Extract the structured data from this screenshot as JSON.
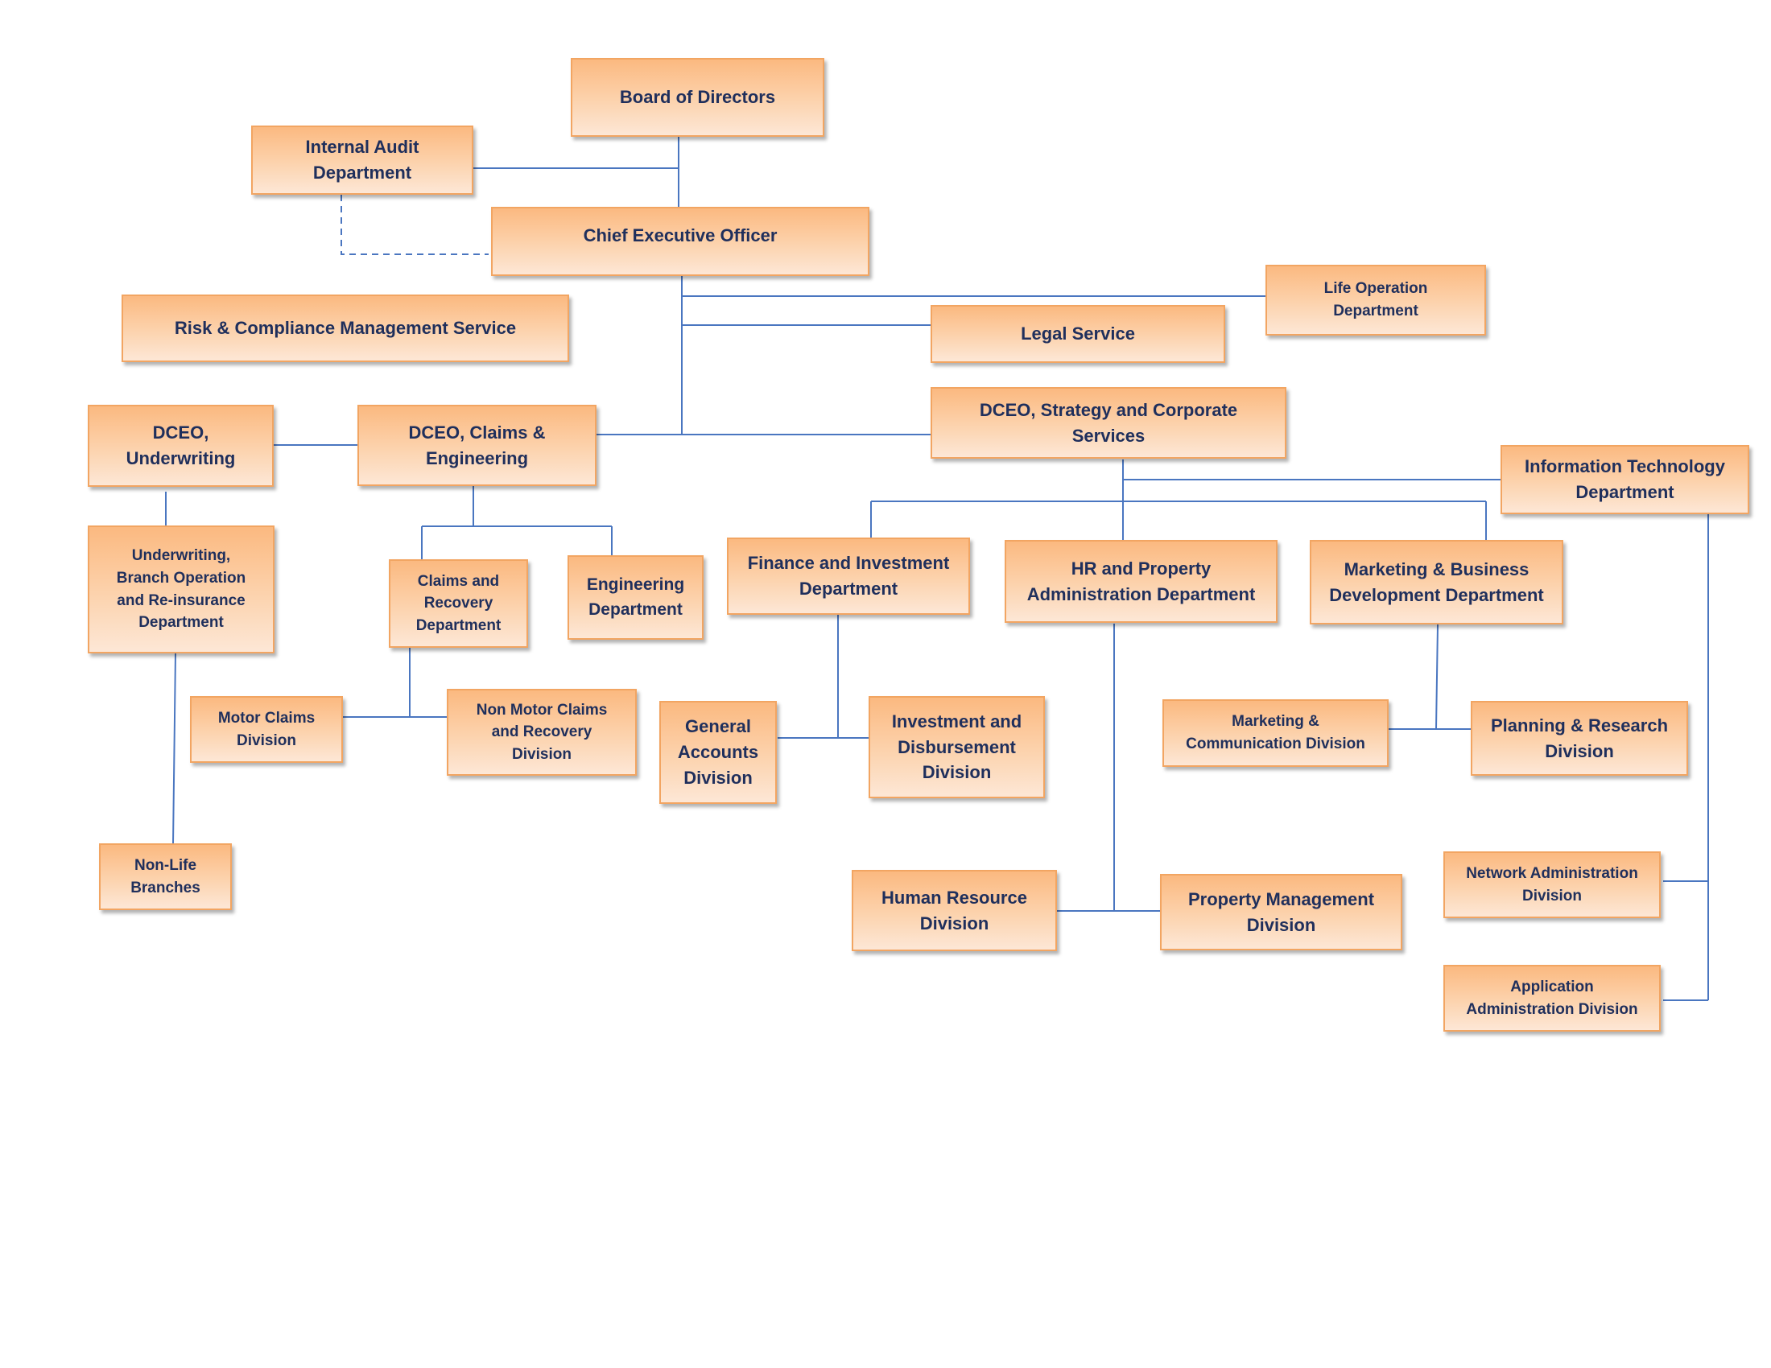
{
  "org_chart": {
    "board": "Board of Directors",
    "internal_audit": "Internal Audit\nDepartment",
    "ceo": "Chief Executive Officer",
    "risk_compliance": "Risk & Compliance Management Service",
    "life_operation": "Life Operation\nDepartment",
    "legal_service": "Legal Service",
    "dceo_underwriting": "DCEO,\nUnderwriting",
    "dceo_claims": "DCEO, Claims &\nEngineering",
    "dceo_strategy": "DCEO, Strategy and Corporate\nServices",
    "it_department": "Information Technology\nDepartment",
    "underwriting_dept": "Underwriting,\nBranch Operation\nand Re-insurance\nDepartment",
    "claims_recovery_dept": "Claims and\nRecovery\nDepartment",
    "engineering_dept": "Engineering\nDepartment",
    "finance_dept": "Finance and Investment\nDepartment",
    "hr_dept": "HR and Property\nAdministration Department",
    "marketing_dept": "Marketing & Business\nDevelopment Department",
    "motor_claims": "Motor Claims\nDivision",
    "non_motor_claims": "Non Motor Claims\nand Recovery\nDivision",
    "general_accounts": "General\nAccounts\nDivision",
    "investment_disbursement": "Investment and\nDisbursement\nDivision",
    "marketing_communication": "Marketing &\nCommunication Division",
    "planning_research": "Planning & Research\nDivision",
    "non_life_branches": "Non-Life\nBranches",
    "human_resource": "Human Resource\nDivision",
    "property_management": "Property Management\nDivision",
    "network_admin": "Network Administration\nDivision",
    "application_admin": "Application\nAdministration Division"
  },
  "colors": {
    "box_fill_top": "#fbb980",
    "box_fill_bottom": "#fde7d6",
    "box_border": "#f2a562",
    "text": "#1f2f5c",
    "connector": "#4a76c0"
  }
}
